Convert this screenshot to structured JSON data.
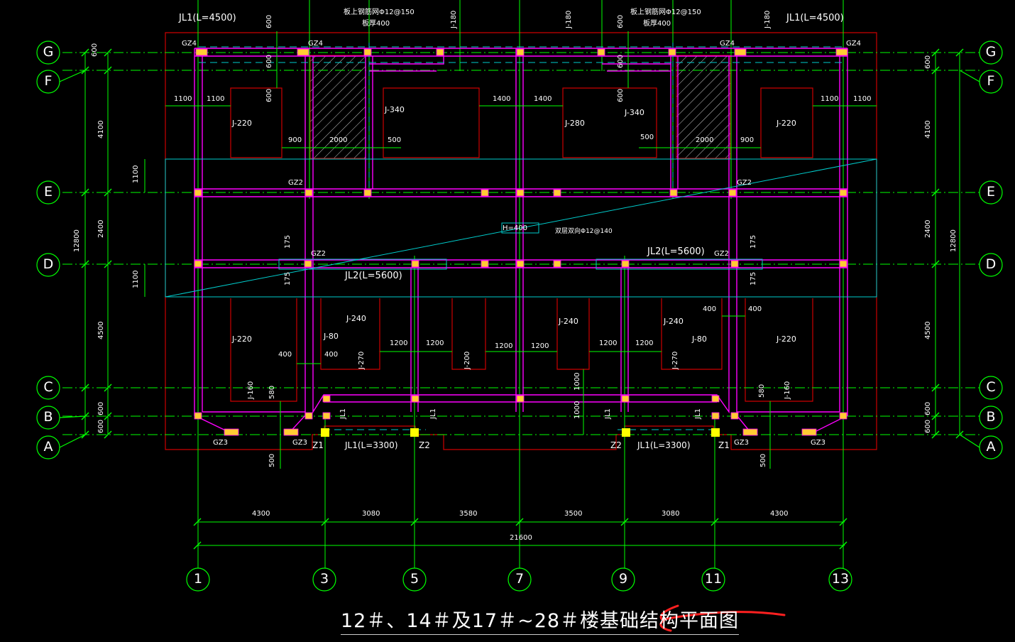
{
  "drawing_title": "12＃、14＃及17＃~28＃楼基础结构平面图",
  "colors": {
    "background": "#000000",
    "grid_line": "#00ff00",
    "dimension": "#00ff00",
    "wall": "#ff00ff",
    "slab_outline": "#cc0000",
    "cyan": "#00cccc",
    "column": "#ffff00",
    "text": "#ffffff",
    "annotation_arrow": "#ff2020"
  },
  "axes": {
    "rows": [
      "G",
      "F",
      "E",
      "D",
      "C",
      "B",
      "A"
    ],
    "columns": [
      "1",
      "3",
      "5",
      "7",
      "9",
      "11",
      "13"
    ]
  },
  "row_dimensions": {
    "left_segments": [
      "600",
      "4100",
      "2400",
      "4500",
      "600",
      "600"
    ],
    "right_segments": [
      "600",
      "4100",
      "2400",
      "4500",
      "600",
      "600"
    ],
    "total": "12800"
  },
  "column_dimensions": {
    "segments": [
      "4300",
      "3080",
      "3580",
      "3500",
      "3080",
      "4300"
    ],
    "total": "21600"
  },
  "labels": {
    "jl1_left": "JL1(L=4500)",
    "jl1_right": "JL1(L=4500)",
    "slab_note_left_1": "板上钢筋网Φ12@150",
    "slab_note_left_2": "板厚400",
    "slab_note_right_1": "板上钢筋网Φ12@150",
    "slab_note_right_2": "板厚400",
    "j180_a": "J-180",
    "j180_b": "J-180",
    "j180_c": "J-180",
    "gz4_1": "GZ4",
    "gz4_2": "GZ4",
    "gz4_3": "GZ4",
    "gz4_4": "GZ4",
    "gz2_1": "GZ2",
    "gz2_2": "GZ2",
    "gz2_3": "GZ2",
    "gz2_4": "GZ2",
    "gz3_1": "GZ3",
    "gz3_2": "GZ3",
    "gz3_3": "GZ3",
    "gz3_4": "GZ3",
    "j220_1": "J-220",
    "j220_2": "J-220",
    "j220_3": "J-220",
    "j220_4": "J-220",
    "j340_1": "J-340",
    "j340_2": "J-340",
    "j280": "J-280",
    "j240_1": "J-240",
    "j240_2": "J-240",
    "j240_3": "J-240",
    "j80_1": "J-80",
    "j80_2": "J-80",
    "j270_1": "J-270",
    "j270_2": "J-270",
    "j200": "J-200",
    "j160_1": "J-160",
    "j160_2": "J-160",
    "h400": "H=400",
    "double_layer": "双层双向Φ12@140",
    "jl2_1": "JL2(L=5600)",
    "jl2_2": "JL2(L=5600)",
    "jl1_a": "JL1",
    "jl1_b": "JL1",
    "jl1_c": "JL1",
    "jl1_d": "JL1",
    "jl1_3300_1": "JL1(L=3300)",
    "jl1_3300_2": "JL1(L=3300)",
    "z1_a": "Z1",
    "z1_b": "Z1",
    "z2_a": "Z2",
    "z2_b": "Z2"
  },
  "dims": {
    "d1100_a": "1100",
    "d1100_b": "1100",
    "d1100_c": "1100",
    "d1100_d": "1100",
    "d1400_a": "1400",
    "d1400_b": "1400",
    "d900_a": "900",
    "d900_b": "900",
    "d2000_a": "2000",
    "d2000_b": "2000",
    "d500_a": "500",
    "d500_b": "500",
    "d600_a": "600",
    "d600_b": "600",
    "d600_c": "600",
    "d600_d": "600",
    "d600_e": "600",
    "d600_f": "600",
    "d1100_v1": "1100",
    "d1100_v2": "1100",
    "d175_a": "175",
    "d175_b": "175",
    "d175_c": "175",
    "d175_d": "175",
    "d400_a": "400",
    "d400_b": "400",
    "d400_c": "400",
    "d400_d": "400",
    "d1200_a": "1200",
    "d1200_b": "1200",
    "d1200_c": "1200",
    "d1200_d": "1200",
    "d1200_e": "1200",
    "d1200_f": "1200",
    "d1000_a": "1000",
    "d1000_b": "1000",
    "d580_a": "580",
    "d580_b": "580",
    "d500_c": "500",
    "d500_d": "500"
  }
}
